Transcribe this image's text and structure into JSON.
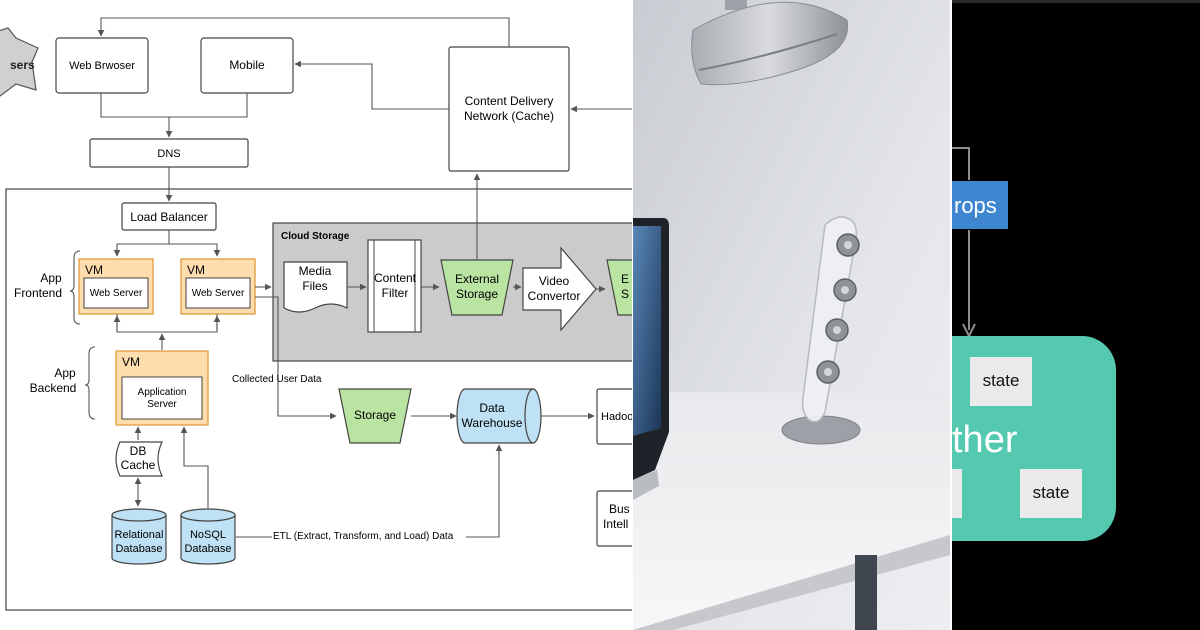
{
  "diagram": {
    "users": "sers",
    "web_browser": "Web Brwoser",
    "mobile": "Mobile",
    "cdn_line1": "Content Delivery",
    "cdn_line2": "Network (Cache)",
    "dns": "DNS",
    "load_balancer": "Load Balancer",
    "cloud_storage_title": "Cloud Storage",
    "app_frontend_line1": "App",
    "app_frontend_line2": "Frontend",
    "app_backend_line1": "App",
    "app_backend_line2": "Backend",
    "vm_label": "VM",
    "web_server": "Web Server",
    "application_server_line1": "Application",
    "application_server_line2": "Server",
    "media_files_line1": "Media",
    "media_files_line2": "Files",
    "content_filter_line1": "Content",
    "content_filter_line2": "Filter",
    "external_storage_line1": "External",
    "external_storage_line2": "Storage",
    "video_convertor_line1": "Video",
    "video_convertor_line2": "Convertor",
    "external_storage_clipped_line1": "E",
    "external_storage_clipped_line2": "S",
    "collected_user_data": "Collected User Data",
    "storage": "Storage",
    "data_warehouse_line1": "Data",
    "data_warehouse_line2": "Warehouse",
    "hadoop_clipped": "Hadoo",
    "db_cache_line1": "DB",
    "db_cache_line2": "Cache",
    "relational_db_line1": "Relational",
    "relational_db_line2": "Database",
    "nosql_db_line1": "NoSQL",
    "nosql_db_line2": "Database",
    "etl_label": "ETL (Extract, Transform, and Load) Data",
    "business_intel_line1": "Bus",
    "business_intel_line2": "Intell"
  },
  "state_diagram": {
    "props_label": "rops",
    "state_top": "state",
    "state_bottom": "state",
    "other_label": "ther"
  },
  "colors": {
    "vm_fill": "#fddcad",
    "vm_stroke": "#e49b3c",
    "storage_green": "#b9e4a1",
    "warehouse_blue": "#bfe1f5",
    "cloud_gray": "#cbcbcb",
    "props_blue": "#3f86d0",
    "state_teal": "#55c8b0"
  }
}
